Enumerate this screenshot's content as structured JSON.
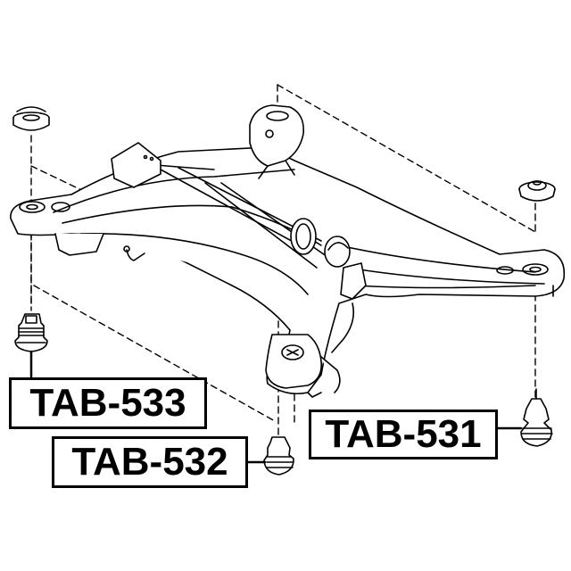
{
  "diagram": {
    "type": "exploded-parts-diagram",
    "subject": "rear suspension subframe (crossmember) with mounting bushings",
    "line_color": "#000000",
    "background_color": "#ffffff"
  },
  "parts": [
    {
      "id": "tab-533",
      "label": "TAB-533",
      "position": "left-front mount, lower bushing"
    },
    {
      "id": "tab-532",
      "label": "TAB-532",
      "position": "center-rear mount, lower bushing"
    },
    {
      "id": "tab-531",
      "label": "TAB-531",
      "position": "right mount, lower bushing"
    }
  ],
  "labels": {
    "tab533": "TAB-533",
    "tab532": "TAB-532",
    "tab531": "TAB-531"
  }
}
